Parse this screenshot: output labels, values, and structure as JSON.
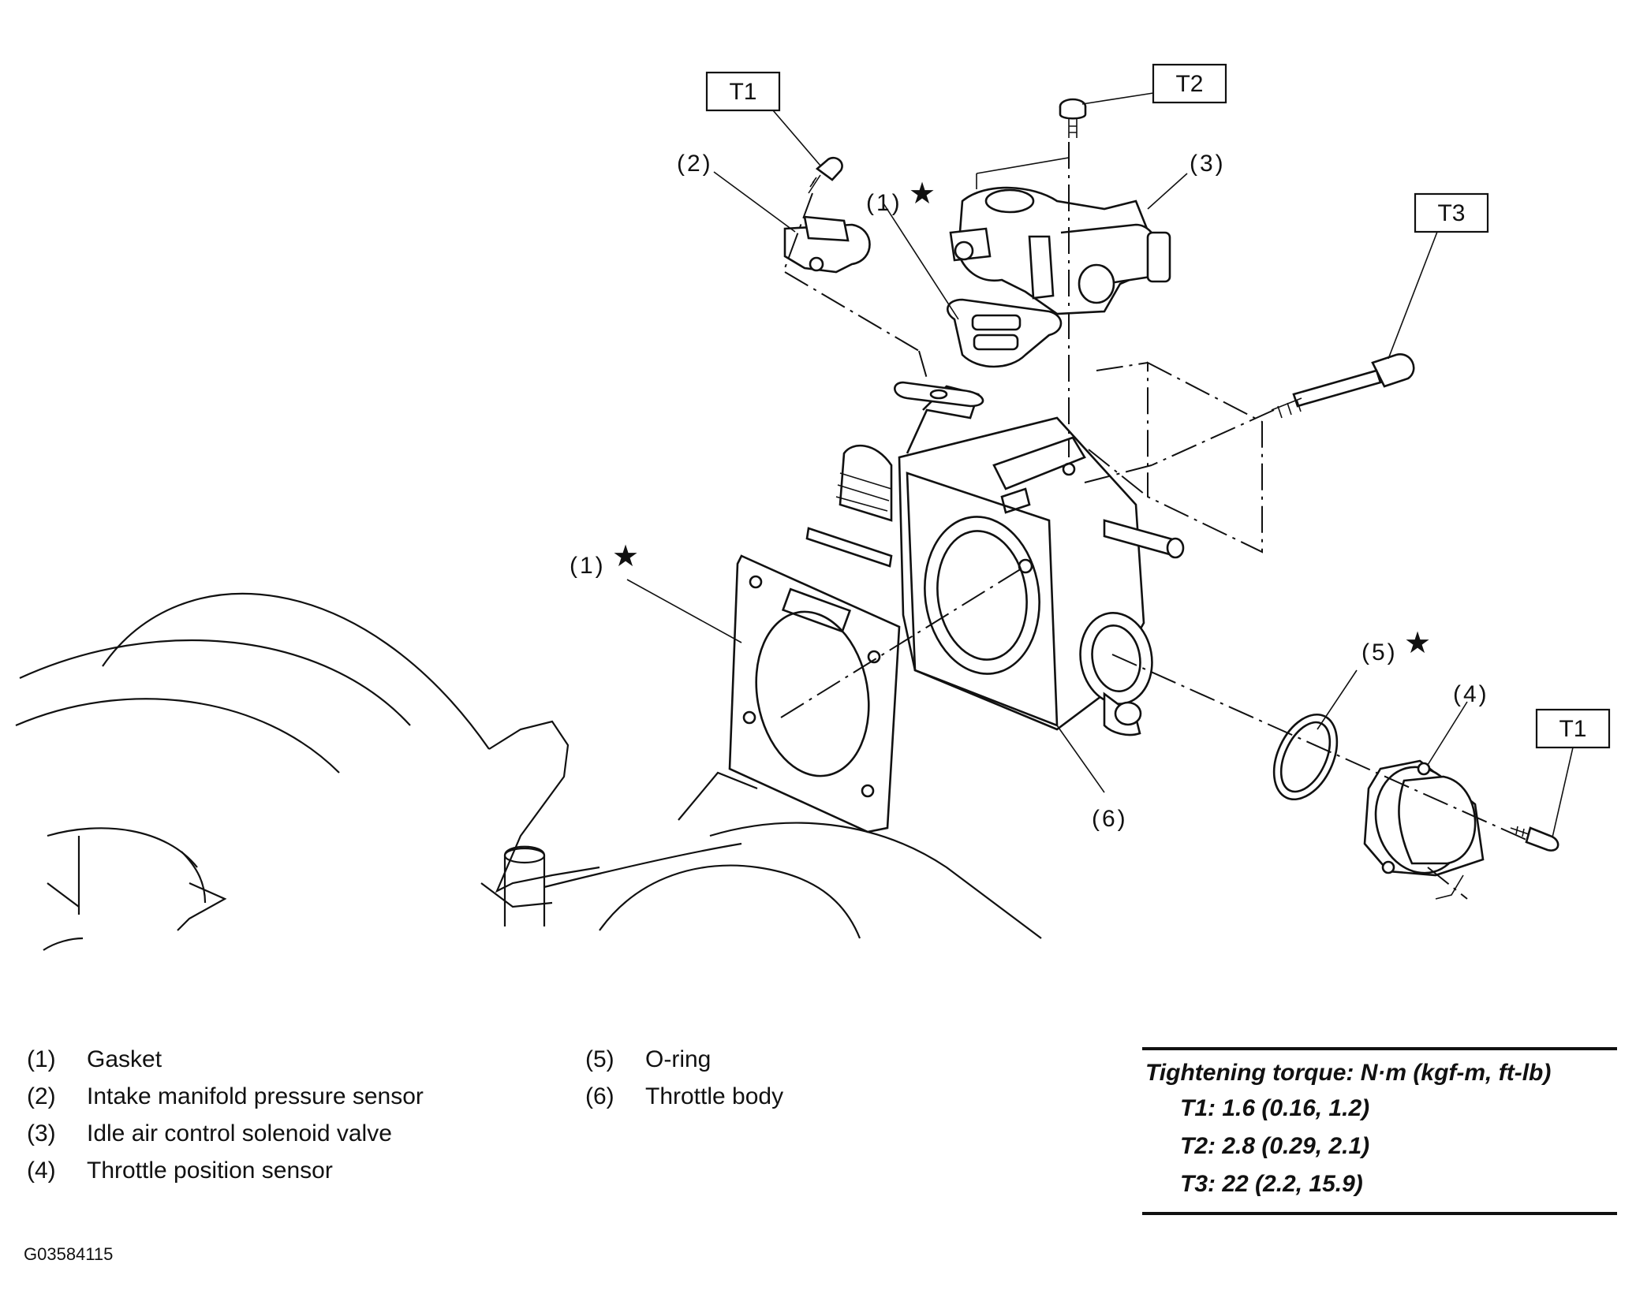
{
  "diagram": {
    "callouts": {
      "c2": "(2)",
      "c1_top": "(1)",
      "c3": "(3)",
      "c1_left": "(1)",
      "c5": "(5)",
      "c4": "(4)",
      "c6": "(6)"
    },
    "star_glyph": "★",
    "boxes": {
      "t1_top": "T1",
      "t2": "T2",
      "t3": "T3",
      "t1_right": "T1"
    }
  },
  "legend": {
    "left": [
      {
        "num": "(1)",
        "name": "Gasket"
      },
      {
        "num": "(2)",
        "name": "Intake manifold pressure sensor"
      },
      {
        "num": "(3)",
        "name": "Idle air control solenoid valve"
      },
      {
        "num": "(4)",
        "name": "Throttle position sensor"
      }
    ],
    "right": [
      {
        "num": "(5)",
        "name": "O-ring"
      },
      {
        "num": "(6)",
        "name": "Throttle body"
      }
    ]
  },
  "torque": {
    "header": "Tightening torque: N·m (kgf-m, ft-lb)",
    "rows": [
      "T1: 1.6 (0.16, 1.2)",
      "T2: 2.8 (0.29, 2.1)",
      "T3: 22 (2.2, 15.9)"
    ]
  },
  "figure_id": "G03584115"
}
